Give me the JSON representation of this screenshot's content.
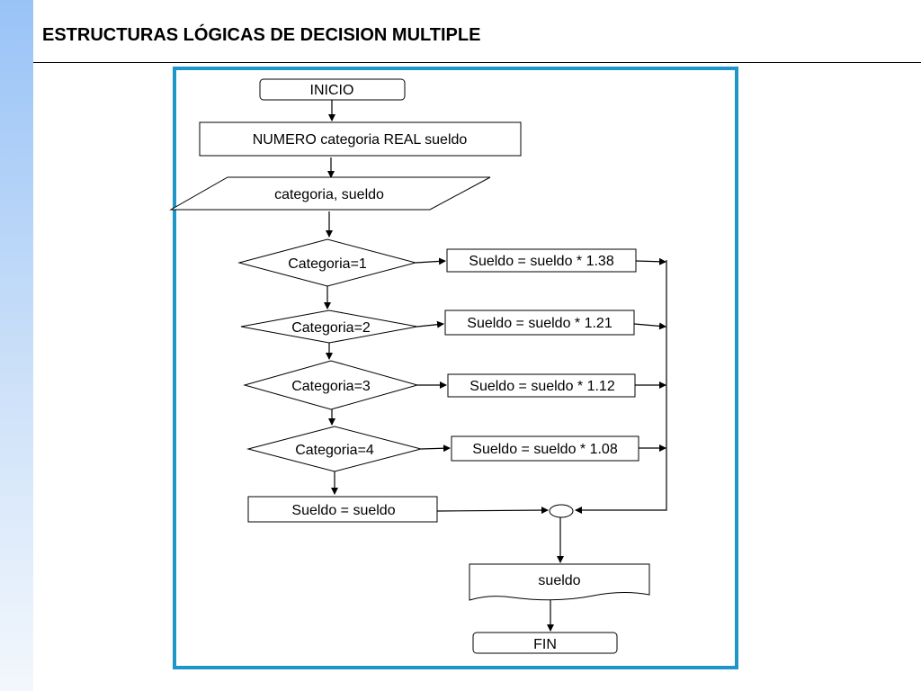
{
  "slide": {
    "title": "ESTRUCTURAS LÓGICAS DE DECISION MULTIPLE"
  },
  "flowchart": {
    "start": "INICIO",
    "declare": "NUMERO categoria REAL sueldo",
    "input": "categoria, sueldo",
    "decisions": [
      "Categoria=1",
      "Categoria=2",
      "Categoria=3",
      "Categoria=4"
    ],
    "actions": [
      "Sueldo = sueldo * 1.38",
      "Sueldo = sueldo * 1.21",
      "Sueldo = sueldo * 1.12",
      "Sueldo = sueldo * 1.08"
    ],
    "default_action": "Sueldo = sueldo",
    "output": "sueldo",
    "end": "FIN"
  },
  "colors": {
    "frame": "#1f96c8",
    "side_bar": "#99c3f7"
  }
}
